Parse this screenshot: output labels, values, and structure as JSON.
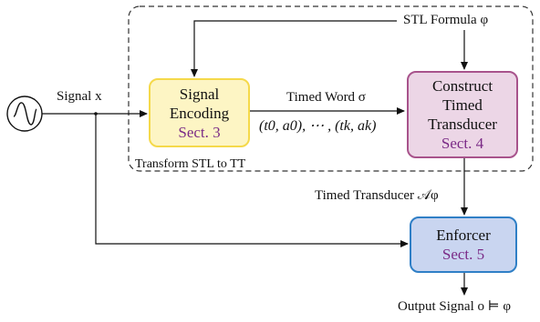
{
  "labels": {
    "stl_formula": "STL Formula φ",
    "signal_input": "Signal x",
    "timed_word": "Timed Word σ",
    "timed_word_seq": "(t0, a0), ⋯ , (tk, ak)",
    "transform_region": "Transform STL to TT",
    "timed_transducer": "Timed Transducer 𝒜φ",
    "output_signal": "Output Signal o ⊨ φ"
  },
  "nodes": {
    "signal_encoding": {
      "line1": "Signal",
      "line2": "Encoding",
      "sect": "Sect. 3",
      "fill": "#fdf5c4",
      "border": "#f5d94a"
    },
    "construct_tt": {
      "line1": "Construct",
      "line2": "Timed",
      "line3": "Transducer",
      "sect": "Sect. 4",
      "fill": "#ecd6e6",
      "border": "#a8538c"
    },
    "enforcer": {
      "line1": "Enforcer",
      "sect": "Sect. 5",
      "fill": "#c9d5f0",
      "border": "#2f7fc6"
    }
  },
  "icons": {
    "signal_source": "sine-wave-icon"
  },
  "colors": {
    "sect_text": "#7a2a86",
    "dashed_border": "#333333"
  }
}
